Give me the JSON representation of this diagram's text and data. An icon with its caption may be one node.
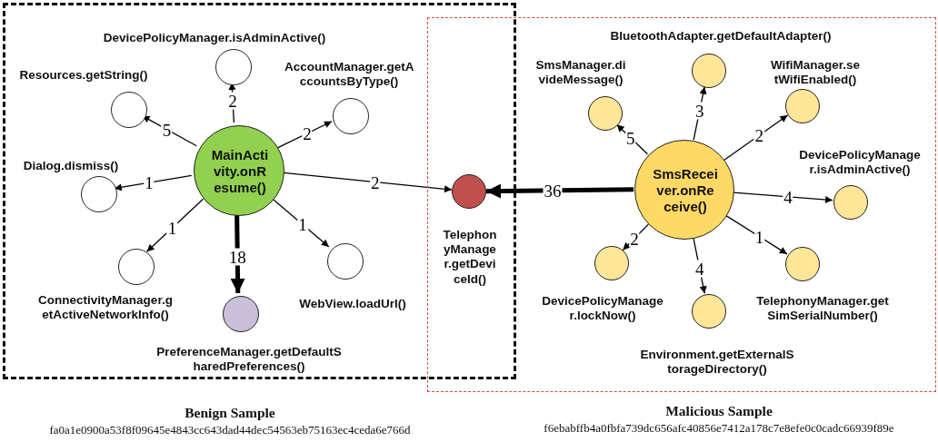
{
  "diagram": {
    "nodes": [
      {
        "text": [
          "Benign Sample",
          "fa0a1e0900a53f8f09645e4843cc643dad44dec54563eb75163ec4ceda6e766d"
        ]
      },
      {
        "text": [
          "MainActi vity.onR esume()"
        ],
        "in": 0
      },
      {
        "text": [
          "DevicePolicyManager.isAdminActive()"
        ],
        "in": 0
      },
      {
        "text": [
          "Resources.getString()"
        ],
        "in": 0
      },
      {
        "text": [
          "AccountManager.getA ccountsByType()"
        ],
        "in": 0
      },
      {
        "text": [
          "Dialog.dismiss()"
        ],
        "in": 0
      },
      {
        "text": [
          "ConnectivityManager.g etActiveNetworkInfo()"
        ],
        "in": 0
      },
      {
        "text": [
          "PreferenceManager.getDefaultS haredPreferences()"
        ],
        "in": 0
      },
      {
        "text": [
          "WebView.loadUrl()"
        ],
        "in": 0
      },
      {
        "text": [
          "Telephon yManage r.getDevi ceId()"
        ]
      },
      {
        "text": [
          "Malicious Sample",
          "f6ebabffb4a0fbfa739dc656afc40856e7412a178c7e8efe0c0cadc66939f89e"
        ]
      },
      {
        "text": [
          "SmsRecei ver.onRe ceive()"
        ],
        "in": 10
      },
      {
        "text": [
          "BluetoothAdapter.getDefaultAdapter()"
        ],
        "in": 10
      },
      {
        "text": [
          "SmsManager.di videMessage()"
        ],
        "in": 10
      },
      {
        "text": [
          "WifiManager.se tWifiEnabled()"
        ],
        "in": 10
      },
      {
        "text": [
          "DevicePolicyManage r.isAdminActive()"
        ],
        "in": 10
      },
      {
        "text": [
          "DevicePolicyManage r.lockNow()"
        ],
        "in": 10
      },
      {
        "text": [
          "Environment.getExternalS torageDirectory()"
        ],
        "in": 10
      },
      {
        "text": [
          "TelephonyManager.get SimSerialNumber()"
        ],
        "in": 10
      }
    ],
    "edges": [
      {
        "from": 1,
        "to": 2,
        "arrow": "to",
        "label": "2"
      },
      {
        "from": 1,
        "to": 3,
        "arrow": "to",
        "label": "5"
      },
      {
        "from": 1,
        "to": 4,
        "arrow": "to",
        "label": "2"
      },
      {
        "from": 1,
        "to": 5,
        "arrow": "to",
        "label": "1"
      },
      {
        "from": 1,
        "to": 6,
        "arrow": "to",
        "label": "1"
      },
      {
        "from": 1,
        "to": 7,
        "arrow": "to",
        "label": "18",
        "style": "thick"
      },
      {
        "from": 1,
        "to": 8,
        "arrow": "to",
        "label": "1"
      },
      {
        "from": 1,
        "to": 9,
        "arrow": "to",
        "label": "2"
      },
      {
        "from": 11,
        "to": 9,
        "arrow": "to",
        "label": "36",
        "style": "thick"
      },
      {
        "from": 11,
        "to": 12,
        "arrow": "to",
        "label": "3"
      },
      {
        "from": 11,
        "to": 13,
        "arrow": "to",
        "label": "5"
      },
      {
        "from": 11,
        "to": 14,
        "arrow": "to",
        "label": "2"
      },
      {
        "from": 11,
        "to": 15,
        "arrow": "to",
        "label": "4"
      },
      {
        "from": 11,
        "to": 16,
        "arrow": "to",
        "label": "2"
      },
      {
        "from": 11,
        "to": 17,
        "arrow": "to",
        "label": "4"
      },
      {
        "from": 11,
        "to": 18,
        "arrow": "to",
        "label": "1"
      }
    ]
  }
}
